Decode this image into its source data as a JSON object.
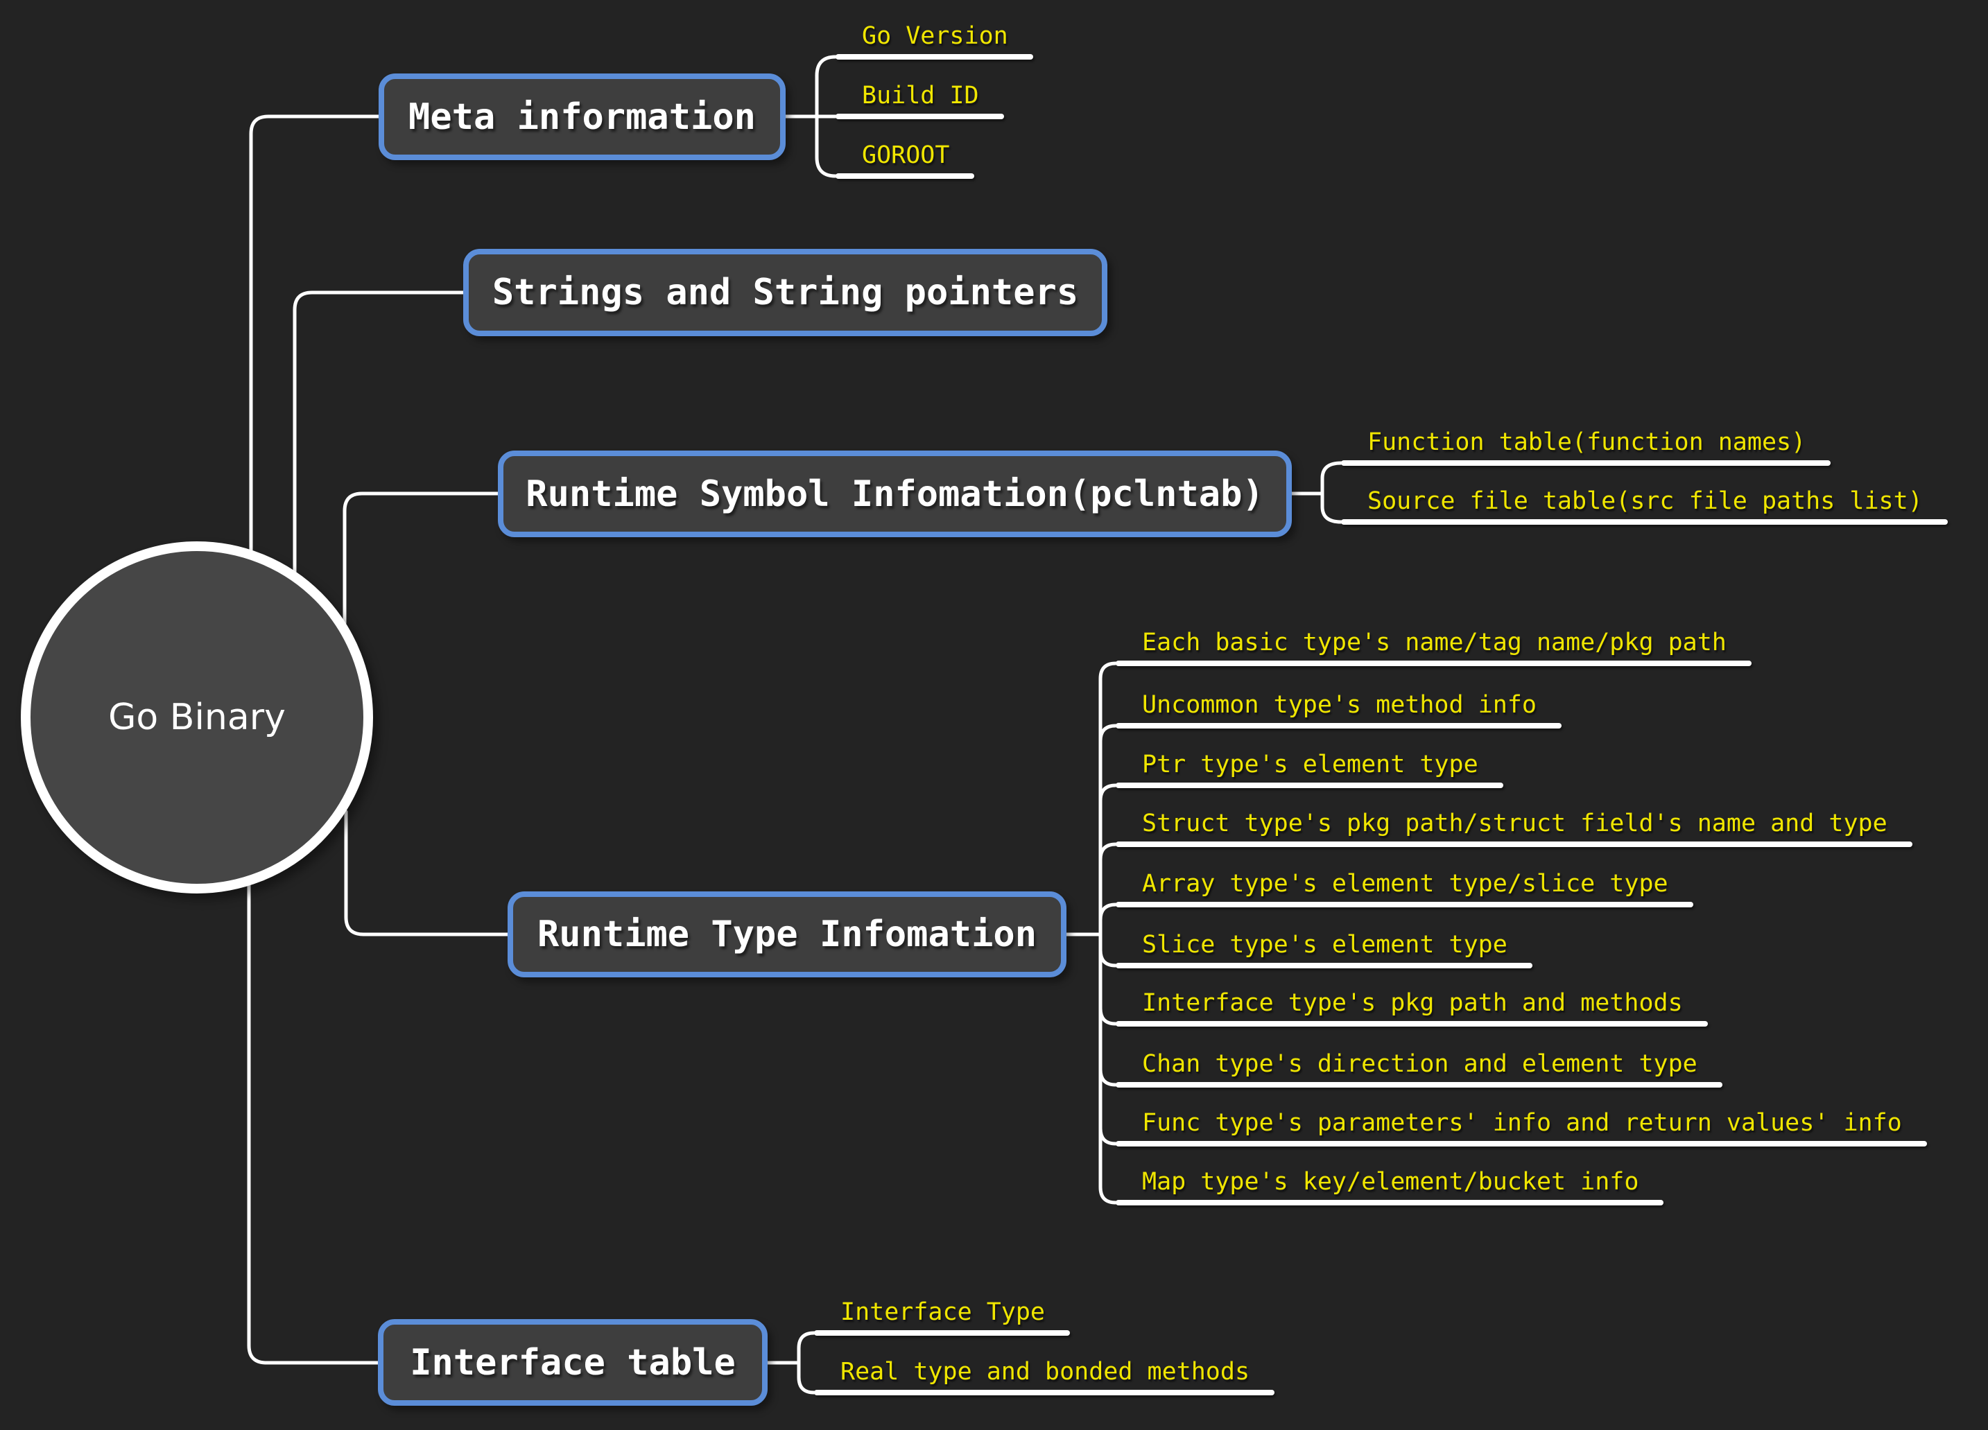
{
  "root": {
    "label": "Go Binary"
  },
  "branches": [
    {
      "label": "Meta information",
      "children": [
        {
          "label": "Go Version"
        },
        {
          "label": "Build ID"
        },
        {
          "label": "GOROOT"
        }
      ]
    },
    {
      "label": "Strings and String pointers",
      "children": []
    },
    {
      "label": "Runtime Symbol Infomation(pclntab)",
      "children": [
        {
          "label": "Function table(function names)"
        },
        {
          "label": "Source file table(src file paths list)"
        }
      ]
    },
    {
      "label": "Runtime Type Infomation",
      "children": [
        {
          "label": "Each basic type's name/tag name/pkg path"
        },
        {
          "label": "Uncommon type's method info"
        },
        {
          "label": "Ptr type's element type"
        },
        {
          "label": "Struct type's pkg path/struct field's name and type"
        },
        {
          "label": "Array type's element type/slice type"
        },
        {
          "label": "Slice type's element type"
        },
        {
          "label": "Interface type's pkg path and methods"
        },
        {
          "label": "Chan type's direction and element type"
        },
        {
          "label": "Func type's parameters' info and return values' info"
        },
        {
          "label": "Map type's key/element/bucket info"
        }
      ]
    },
    {
      "label": "Interface table",
      "children": [
        {
          "label": "Interface Type"
        },
        {
          "label": "Real type and bonded methods"
        }
      ]
    }
  ],
  "colors": {
    "background": "#232323",
    "node_fill": "#3e3e3e",
    "node_border": "#5b8dd8",
    "root_fill": "#464646",
    "edge": "#ffffff",
    "node_text": "#ffffff",
    "leaf_text": "#f0e600"
  }
}
